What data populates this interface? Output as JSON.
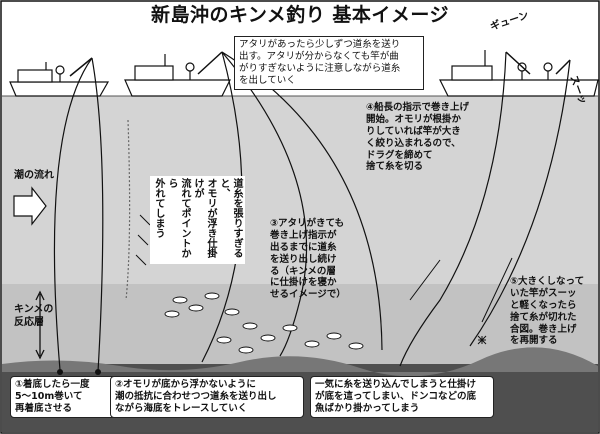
{
  "title": "新島沖のキンメ釣り 基本イメージ",
  "labels": {
    "tide": "潮の流れ",
    "layer": "キンメの\n反応層",
    "sfx_left": "ギューン",
    "sfx_right": "スーッ"
  },
  "notes": {
    "top_note": "アタリがあったら少しずつ道糸を送り\n出す。アタリが分からなくても竿が曲\nがりすぎないように注意しながら道糸\nを出していく",
    "note_slack": "道糸を張りすぎると、\nオモリが浮き仕掛けが\n流れてポイントから\n外れてしまう",
    "step1": "①着底したら一度\n5〜10m巻いて\n再着底させる",
    "step2": "②オモリが底から浮かないように\n潮の抵抗に合わせつつ道糸を送り出し\nながら海底をトレースしていく",
    "step3": "③アタリがきても\n巻き上げ指示が\n出るまでに道糸\nを送り出し続け\nる（キンメの層\nに仕掛けを寝か\nせるイメージで）",
    "step4": "④船長の指示で巻き上げ\n開始。オモリが根掛か\nりしていれば竿が大き\nく絞り込まれるので、\nドラグを締めて\n捨て糸を切る",
    "step5": "⑤大きくしなって\nいた竿がスーッ\nと軽くなったら\n捨て糸が切れた\n合図。巻き上げ\nを再開する",
    "warn": "一気に糸を送り込んでしまうと仕掛け\nが底を這ってしまい、ドンコなどの底\n魚ばかり掛かってしまう"
  }
}
